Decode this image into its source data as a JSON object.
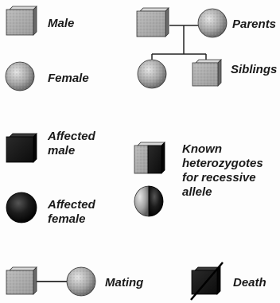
{
  "legend": {
    "male": "Male",
    "female": "Female",
    "affected_male": [
      "Affected",
      "male"
    ],
    "affected_female": [
      "Affected",
      "female"
    ],
    "parents": "Parents",
    "siblings": "Siblings",
    "heterozygotes": [
      "Known",
      "heterozygotes",
      "for recessive",
      "allele"
    ],
    "mating": "Mating",
    "death": "Death"
  },
  "colors": {
    "unaffected_fill": "#a9a9a9",
    "affected_fill": "#111111",
    "line": "#222222"
  }
}
